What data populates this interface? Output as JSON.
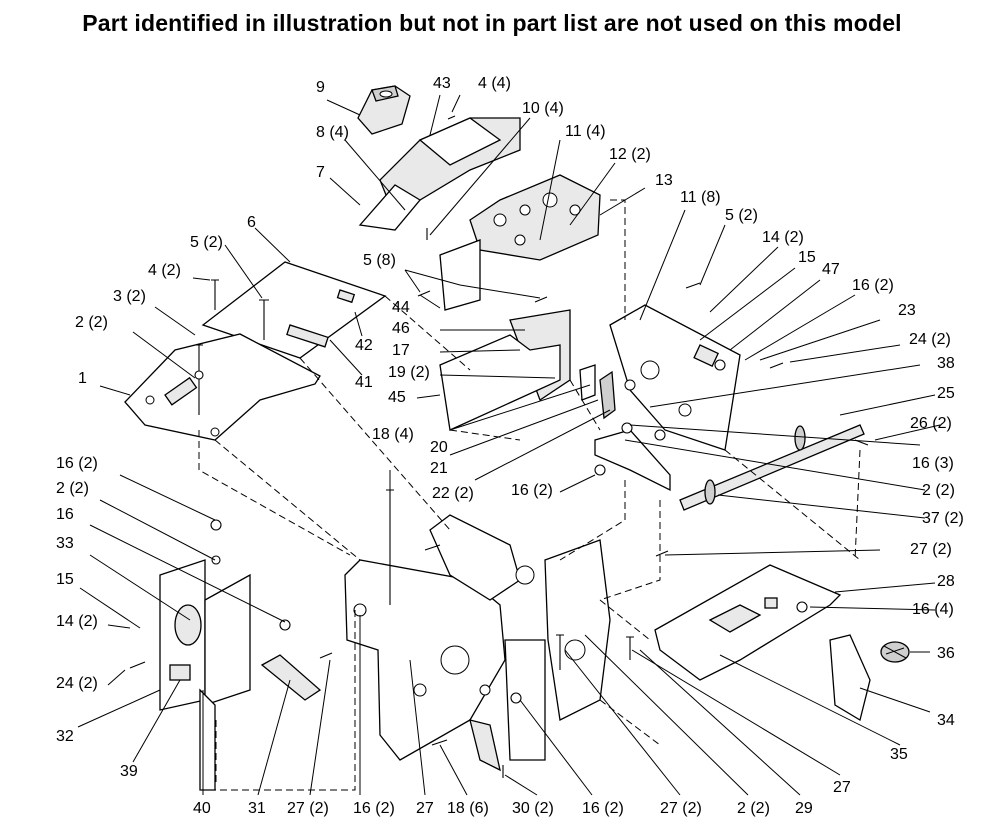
{
  "heading": "Part identified in illustration but not in part list are not used on this model",
  "callouts": {
    "c9": "9",
    "c43": "43",
    "c4_4": "4 (4)",
    "c10_4": "10 (4)",
    "c8_4": "8 (4)",
    "c11_4": "11 (4)",
    "c12_2": "12 (2)",
    "c13": "13",
    "c7": "7",
    "c11_8": "11 (8)",
    "c6": "6",
    "c5_2a": "5 (2)",
    "c5_2b": "5 (2)",
    "c14_2a": "14 (2)",
    "c15a": "15",
    "c47": "47",
    "c16_2a": "16 (2)",
    "c4_2": "4 (2)",
    "c5_8": "5 (8)",
    "c23": "23",
    "c3_2": "3 (2)",
    "c44": "44",
    "c24_2a": "24 (2)",
    "c2_2a": "2 (2)",
    "c46": "46",
    "c42": "42",
    "c17": "17",
    "c38": "38",
    "c1": "1",
    "c19_2": "19 (2)",
    "c41": "41",
    "c25": "25",
    "c45": "45",
    "c26_2": "26 (2)",
    "c18_4": "18 (4)",
    "c20": "20",
    "c21": "21",
    "c16_3": "16 (3)",
    "c16_2b": "16 (2)",
    "c22_2": "22 (2)",
    "c16_2c": "16 (2)",
    "c2_2b": "2 (2)",
    "c2_2c": "2 (2)",
    "c37_2": "37 (2)",
    "c16a": "16",
    "c27_2a": "27 (2)",
    "c33": "33",
    "c28": "28",
    "c15b": "15",
    "c16_4": "16 (4)",
    "c14_2b": "14 (2)",
    "c36": "36",
    "c24_2b": "24 (2)",
    "c34": "34",
    "c32": "32",
    "c35": "35",
    "c39": "39",
    "c27a": "27",
    "c40": "40",
    "c31": "31",
    "c27_2b": "27 (2)",
    "c16_2d": "16 (2)",
    "c27b": "27",
    "c18_6": "18 (6)",
    "c30_2": "30 (2)",
    "c16_2e": "16 (2)",
    "c27_2c": "27 (2)",
    "c2_2d": "2 (2)",
    "c29": "29"
  }
}
